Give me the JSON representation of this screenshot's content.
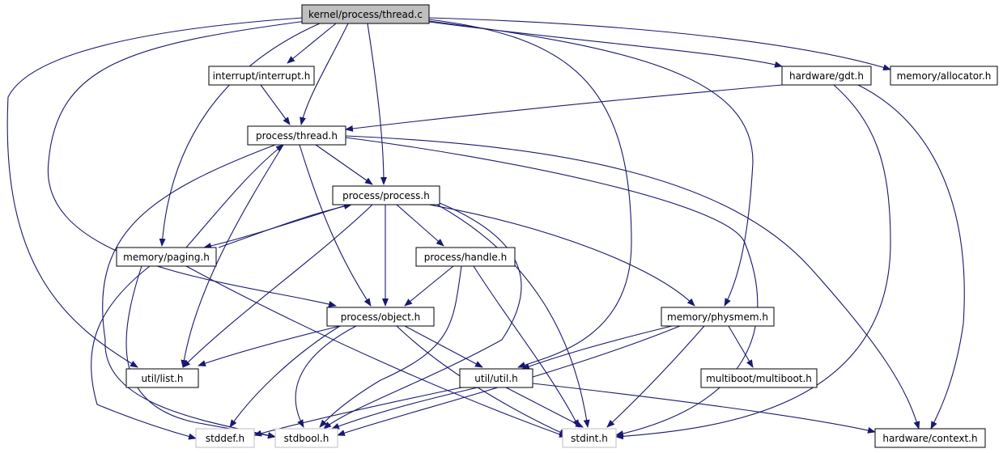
{
  "colors": {
    "edge": "#191970",
    "node_border": "#000000",
    "system_border": "#bfbfbf",
    "root_fill": "#bfbfbf",
    "node_fill": "#ffffff",
    "node_text": "#000000",
    "system_text": "#000000"
  },
  "nodes": [
    {
      "id": "thread_c",
      "label": "kernel/process/thread.c",
      "kind": "root"
    },
    {
      "id": "interrupt_h",
      "label": "interrupt/interrupt.h",
      "kind": "header"
    },
    {
      "id": "gdt_h",
      "label": "hardware/gdt.h",
      "kind": "header"
    },
    {
      "id": "allocator_h",
      "label": "memory/allocator.h",
      "kind": "header"
    },
    {
      "id": "thread_h",
      "label": "process/thread.h",
      "kind": "header"
    },
    {
      "id": "process_h",
      "label": "process/process.h",
      "kind": "header"
    },
    {
      "id": "paging_h",
      "label": "memory/paging.h",
      "kind": "header"
    },
    {
      "id": "handle_h",
      "label": "process/handle.h",
      "kind": "header"
    },
    {
      "id": "object_h",
      "label": "process/object.h",
      "kind": "header"
    },
    {
      "id": "physmem_h",
      "label": "memory/physmem.h",
      "kind": "header"
    },
    {
      "id": "list_h",
      "label": "util/list.h",
      "kind": "header"
    },
    {
      "id": "util_h",
      "label": "util/util.h",
      "kind": "header"
    },
    {
      "id": "multiboot_h",
      "label": "multiboot/multiboot.h",
      "kind": "header"
    },
    {
      "id": "stddef_h",
      "label": "stddef.h",
      "kind": "system"
    },
    {
      "id": "stdbool_h",
      "label": "stdbool.h",
      "kind": "system"
    },
    {
      "id": "stdint_h",
      "label": "stdint.h",
      "kind": "system"
    },
    {
      "id": "context_h",
      "label": "hardware/context.h",
      "kind": "header"
    }
  ],
  "edges": [
    {
      "from": "thread_c",
      "to": "interrupt_h"
    },
    {
      "from": "thread_c",
      "to": "thread_h"
    },
    {
      "from": "thread_c",
      "to": "process_h"
    },
    {
      "from": "thread_c",
      "to": "paging_h"
    },
    {
      "from": "thread_c",
      "to": "object_h"
    },
    {
      "from": "thread_c",
      "to": "list_h"
    },
    {
      "from": "thread_c",
      "to": "util_h"
    },
    {
      "from": "thread_c",
      "to": "physmem_h"
    },
    {
      "from": "thread_c",
      "to": "gdt_h"
    },
    {
      "from": "thread_c",
      "to": "allocator_h"
    },
    {
      "from": "interrupt_h",
      "to": "thread_h"
    },
    {
      "from": "gdt_h",
      "to": "thread_h"
    },
    {
      "from": "gdt_h",
      "to": "stdint_h"
    },
    {
      "from": "gdt_h",
      "to": "context_h"
    },
    {
      "from": "thread_h",
      "to": "process_h"
    },
    {
      "from": "thread_h",
      "to": "object_h"
    },
    {
      "from": "thread_h",
      "to": "list_h"
    },
    {
      "from": "thread_h",
      "to": "stdint_h"
    },
    {
      "from": "thread_h",
      "to": "context_h"
    },
    {
      "from": "thread_h",
      "to": "stdbool_h"
    },
    {
      "from": "process_h",
      "to": "paging_h"
    },
    {
      "from": "process_h",
      "to": "handle_h"
    },
    {
      "from": "process_h",
      "to": "object_h"
    },
    {
      "from": "process_h",
      "to": "physmem_h"
    },
    {
      "from": "process_h",
      "to": "list_h"
    },
    {
      "from": "process_h",
      "to": "stdint_h"
    },
    {
      "from": "process_h",
      "to": "stdbool_h"
    },
    {
      "from": "paging_h",
      "to": "thread_h"
    },
    {
      "from": "paging_h",
      "to": "process_h"
    },
    {
      "from": "paging_h",
      "to": "stddef_h"
    },
    {
      "from": "paging_h",
      "to": "stdbool_h"
    },
    {
      "from": "paging_h",
      "to": "stdint_h"
    },
    {
      "from": "handle_h",
      "to": "object_h"
    },
    {
      "from": "handle_h",
      "to": "stdbool_h"
    },
    {
      "from": "handle_h",
      "to": "stdint_h"
    },
    {
      "from": "object_h",
      "to": "list_h"
    },
    {
      "from": "object_h",
      "to": "util_h"
    },
    {
      "from": "object_h",
      "to": "stddef_h"
    },
    {
      "from": "object_h",
      "to": "stdbool_h"
    },
    {
      "from": "object_h",
      "to": "stdint_h"
    },
    {
      "from": "physmem_h",
      "to": "util_h"
    },
    {
      "from": "physmem_h",
      "to": "multiboot_h"
    },
    {
      "from": "physmem_h",
      "to": "stdbool_h"
    },
    {
      "from": "physmem_h",
      "to": "stdint_h"
    },
    {
      "from": "util_h",
      "to": "stddef_h"
    },
    {
      "from": "util_h",
      "to": "stdbool_h"
    },
    {
      "from": "util_h",
      "to": "stdint_h"
    },
    {
      "from": "util_h",
      "to": "context_h"
    }
  ]
}
